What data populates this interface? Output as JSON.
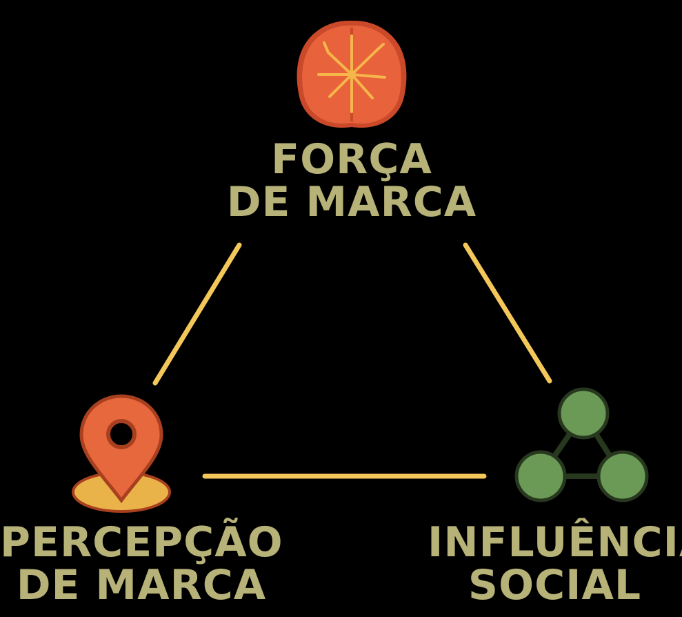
{
  "colors": {
    "background": "#000000",
    "label": "#b7b278",
    "connector": "#f3c75a",
    "brain_fill": "#e8623b",
    "brain_shadow": "#c9492a",
    "brain_spark": "#f6b64a",
    "pin_fill": "#e8683e",
    "pin_stroke": "#a8401f",
    "pin_base": "#eab34a",
    "network_fill": "#6a9a56",
    "network_stroke": "#27381f"
  },
  "nodes": {
    "top": {
      "line1": "FORÇA",
      "line2": "DE MARCA",
      "icon": "brain-icon"
    },
    "left": {
      "line1": "PERCEPÇÃO",
      "line2": "DE MARCA",
      "icon": "location-pin-icon"
    },
    "right": {
      "line1": "INFLUÊNCIA",
      "line2": "SOCIAL",
      "icon": "network-icon"
    }
  },
  "connections": [
    {
      "from": "top",
      "to": "left"
    },
    {
      "from": "top",
      "to": "right"
    },
    {
      "from": "left",
      "to": "right"
    }
  ]
}
